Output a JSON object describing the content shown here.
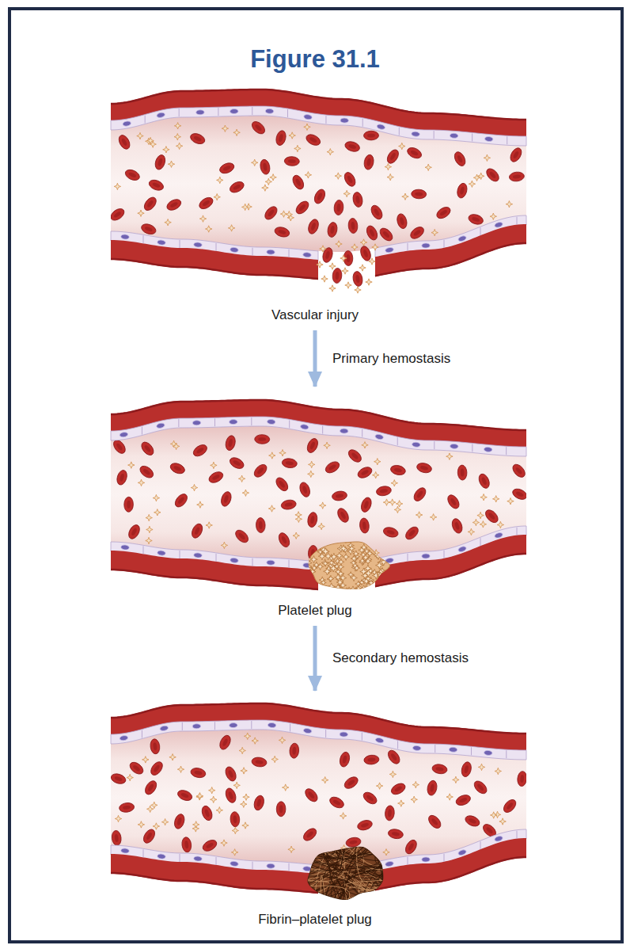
{
  "diagram": {
    "title": "Figure 31.1",
    "nodes": [
      {
        "text": [
          "Vascular injury"
        ]
      },
      {
        "text": [
          "Platelet plug"
        ]
      },
      {
        "text": [
          "Fibrin–platelet plug"
        ]
      }
    ],
    "edges": [
      {
        "from": 0,
        "to": 1,
        "arrow": "to",
        "label": "Primary hemostasis"
      },
      {
        "from": 1,
        "to": 2,
        "arrow": "to",
        "label": "Secondary hemostasis"
      }
    ]
  }
}
